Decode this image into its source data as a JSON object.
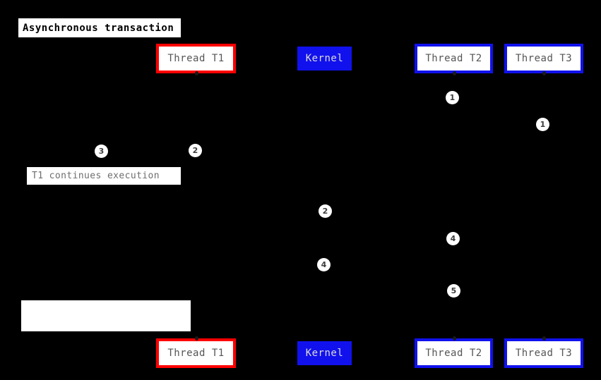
{
  "diagram": {
    "title": "Asynchronous transaction",
    "background_color": "#000000",
    "accent_red": "#ff0000",
    "accent_blue": "#1111ee"
  },
  "participants_top": [
    {
      "label": "Thread T1",
      "style": "red"
    },
    {
      "label": "Kernel",
      "style": "blue-fill"
    },
    {
      "label": "Thread T2",
      "style": "blue-outline"
    },
    {
      "label": "Thread T3",
      "style": "blue-outline"
    }
  ],
  "participants_bottom": [
    {
      "label": "Thread T1",
      "style": "red"
    },
    {
      "label": "Kernel",
      "style": "blue-fill"
    },
    {
      "label": "Thread T2",
      "style": "blue-outline"
    },
    {
      "label": "Thread T3",
      "style": "blue-outline"
    }
  ],
  "notes": [
    {
      "label": "T1 continues execution"
    },
    {
      "label": ""
    }
  ],
  "steps": [
    {
      "number": "1"
    },
    {
      "number": "1"
    },
    {
      "number": "3"
    },
    {
      "number": "2"
    },
    {
      "number": "2"
    },
    {
      "number": "4"
    },
    {
      "number": "4"
    },
    {
      "number": "5"
    }
  ]
}
